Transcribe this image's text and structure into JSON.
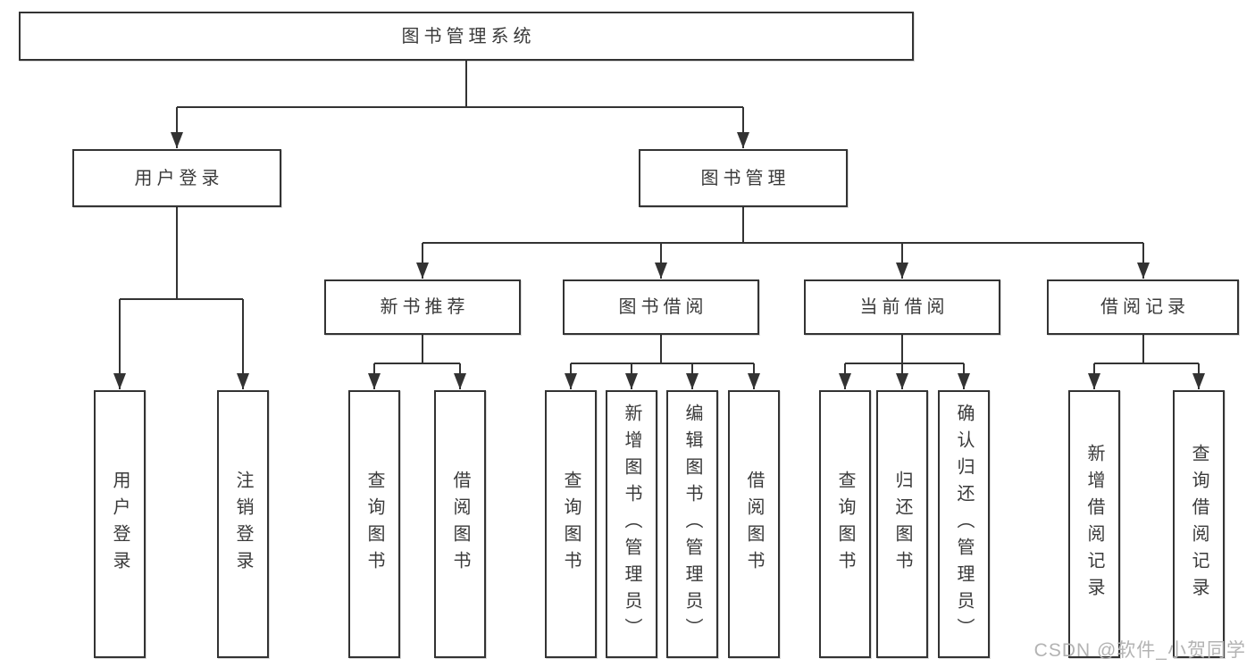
{
  "diagram": {
    "root": {
      "label": "图书管理系统"
    },
    "branches": [
      {
        "label": "用户登录",
        "leaves": [
          {
            "label": "用户登录"
          },
          {
            "label": "注销登录"
          }
        ]
      },
      {
        "label": "图书管理",
        "groups": [
          {
            "label": "新书推荐",
            "leaves": [
              {
                "label": "查询图书"
              },
              {
                "label": "借阅图书"
              }
            ]
          },
          {
            "label": "图书借阅",
            "leaves": [
              {
                "label": "查询图书"
              },
              {
                "label": "新增图书（管理员）"
              },
              {
                "label": "编辑图书（管理员）"
              },
              {
                "label": "借阅图书"
              }
            ]
          },
          {
            "label": "当前借阅",
            "leaves": [
              {
                "label": "查询图书"
              },
              {
                "label": "归还图书"
              },
              {
                "label": "确认归还（管理员）"
              }
            ]
          },
          {
            "label": "借阅记录",
            "leaves": [
              {
                "label": "新增借阅记录"
              },
              {
                "label": "查询借阅记录"
              }
            ]
          }
        ]
      }
    ]
  },
  "watermark": {
    "text": "CSDN @软件_小贺同学"
  },
  "colors": {
    "line": "#333333",
    "text": "#3a3a3a",
    "box_background": "#ffffff",
    "watermark": "#b3b3b3"
  }
}
